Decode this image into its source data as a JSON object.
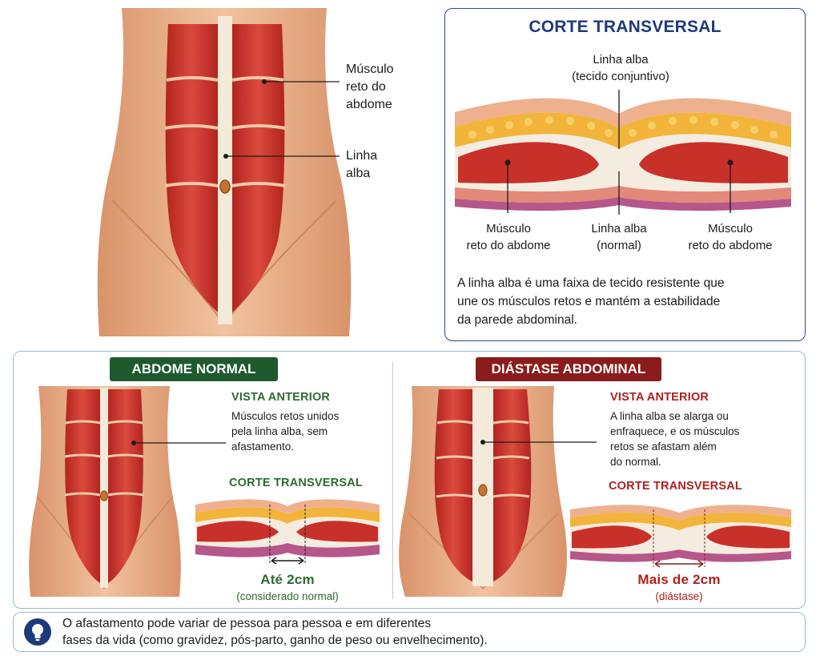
{
  "colors": {
    "navy": "#1f3a7a",
    "green_dark": "#1e5a2e",
    "green_text": "#2d6b2f",
    "red_dark": "#8a1c1c",
    "red_text": "#b0201e",
    "muscle": "#c8302a",
    "skin": "#e9b48f",
    "fat": "#f2b43a",
    "linea": "#f3ead9"
  },
  "top_figure": {
    "label_muscle": "Músculo\nreto do\nabdome",
    "label_linea": "Linha\nalba"
  },
  "cross_section": {
    "title": "CORTE TRANSVERSAL",
    "linea_top": "Linha alba\n(tecido conjuntivo)",
    "muscle_left": "Músculo\nreto do abdome",
    "linea_normal": "Linha alba\n(normal)",
    "muscle_right": "Músculo\nreto do abdome",
    "description": "A linha alba é uma faixa de tecido resistente que\nune os músculos retos e mantém a estabilidade\nda parede abdominal."
  },
  "normal": {
    "badge": "ABDOME NORMAL",
    "view_title": "VISTA ANTERIOR",
    "view_text": "Músculos retos unidos\npela linha alba, sem\nafastamento.",
    "section_title": "CORTE TRANSVERSAL",
    "measure": "Até 2cm",
    "measure_note": "(considerado normal)"
  },
  "diastasis": {
    "badge": "DIÁSTASE ABDOMINAL",
    "view_title": "VISTA ANTERIOR",
    "view_text": "A linha alba se alarga ou\nenfraquece, e os músculos\nretos se afastam além\ndo normal.",
    "section_title": "CORTE TRANSVERSAL",
    "measure": "Mais de 2cm",
    "measure_note": "(diástase)"
  },
  "footer": {
    "icon": "lightbulb-icon",
    "text": "O afastamento pode variar de pessoa para pessoa e em diferentes\nfases da vida (como gravidez, pós-parto, ganho de peso ou envelhecimento)."
  }
}
